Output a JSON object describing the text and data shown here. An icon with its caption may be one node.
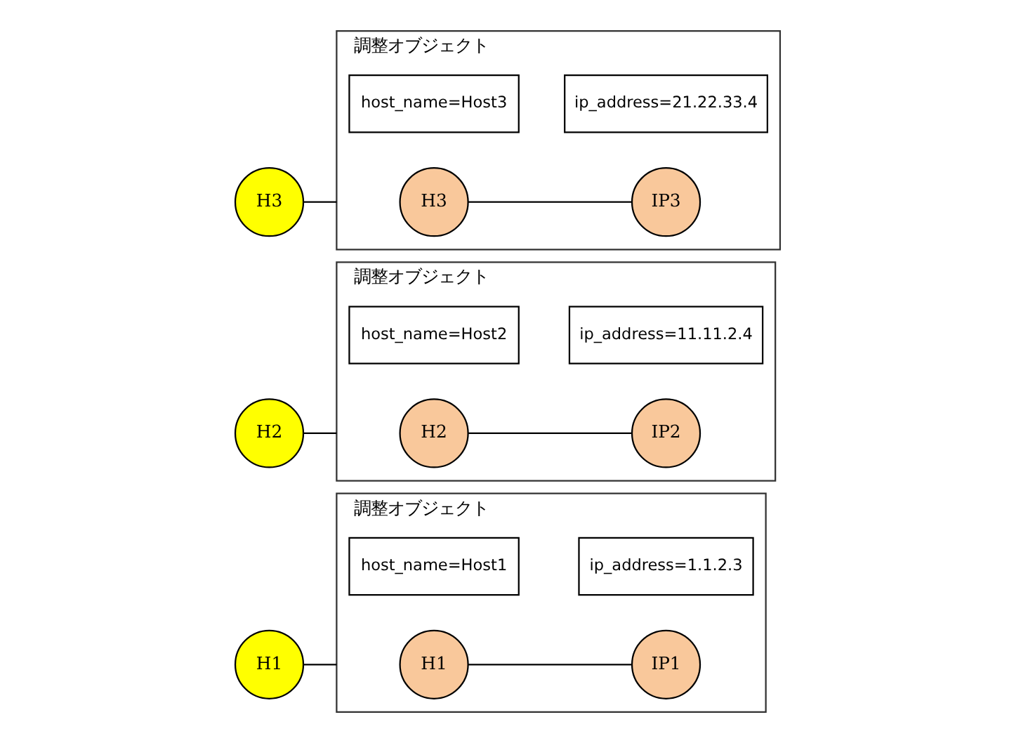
{
  "diagram": {
    "nodes": [
      {
        "text": [
          "H1"
        ]
      },
      {
        "text": [
          "調整オブジェクト"
        ]
      },
      {
        "text": [
          "H1"
        ],
        "in": 1
      },
      {
        "text": [
          "host_name=Host1"
        ],
        "in": 1
      },
      {
        "text": [
          "IP1"
        ],
        "in": 1
      },
      {
        "text": [
          "ip_address=1.1.2.3"
        ],
        "in": 1
      },
      {
        "text": [
          "H2"
        ]
      },
      {
        "text": [
          "調整オブジェクト"
        ]
      },
      {
        "text": [
          "H2"
        ],
        "in": 7
      },
      {
        "text": [
          "host_name=Host2"
        ],
        "in": 7
      },
      {
        "text": [
          "IP2"
        ],
        "in": 7
      },
      {
        "text": [
          "ip_address=11.11.2.4"
        ],
        "in": 7
      },
      {
        "text": [
          "H3"
        ]
      },
      {
        "text": [
          "調整オブジェクト"
        ]
      },
      {
        "text": [
          "H3"
        ],
        "in": 13
      },
      {
        "text": [
          "host_name=Host3"
        ],
        "in": 13
      },
      {
        "text": [
          "IP3"
        ],
        "in": 13
      },
      {
        "text": [
          "ip_address=21.22.33.4"
        ],
        "in": 13
      }
    ],
    "edges": [
      {
        "from": 0,
        "to": 1,
        "arrow": "none"
      },
      {
        "from": 2,
        "to": 4,
        "arrow": "none"
      },
      {
        "from": 6,
        "to": 7,
        "arrow": "none"
      },
      {
        "from": 8,
        "to": 10,
        "arrow": "none"
      },
      {
        "from": 12,
        "to": 13,
        "arrow": "none"
      },
      {
        "from": 14,
        "to": 16,
        "arrow": "none"
      }
    ]
  }
}
